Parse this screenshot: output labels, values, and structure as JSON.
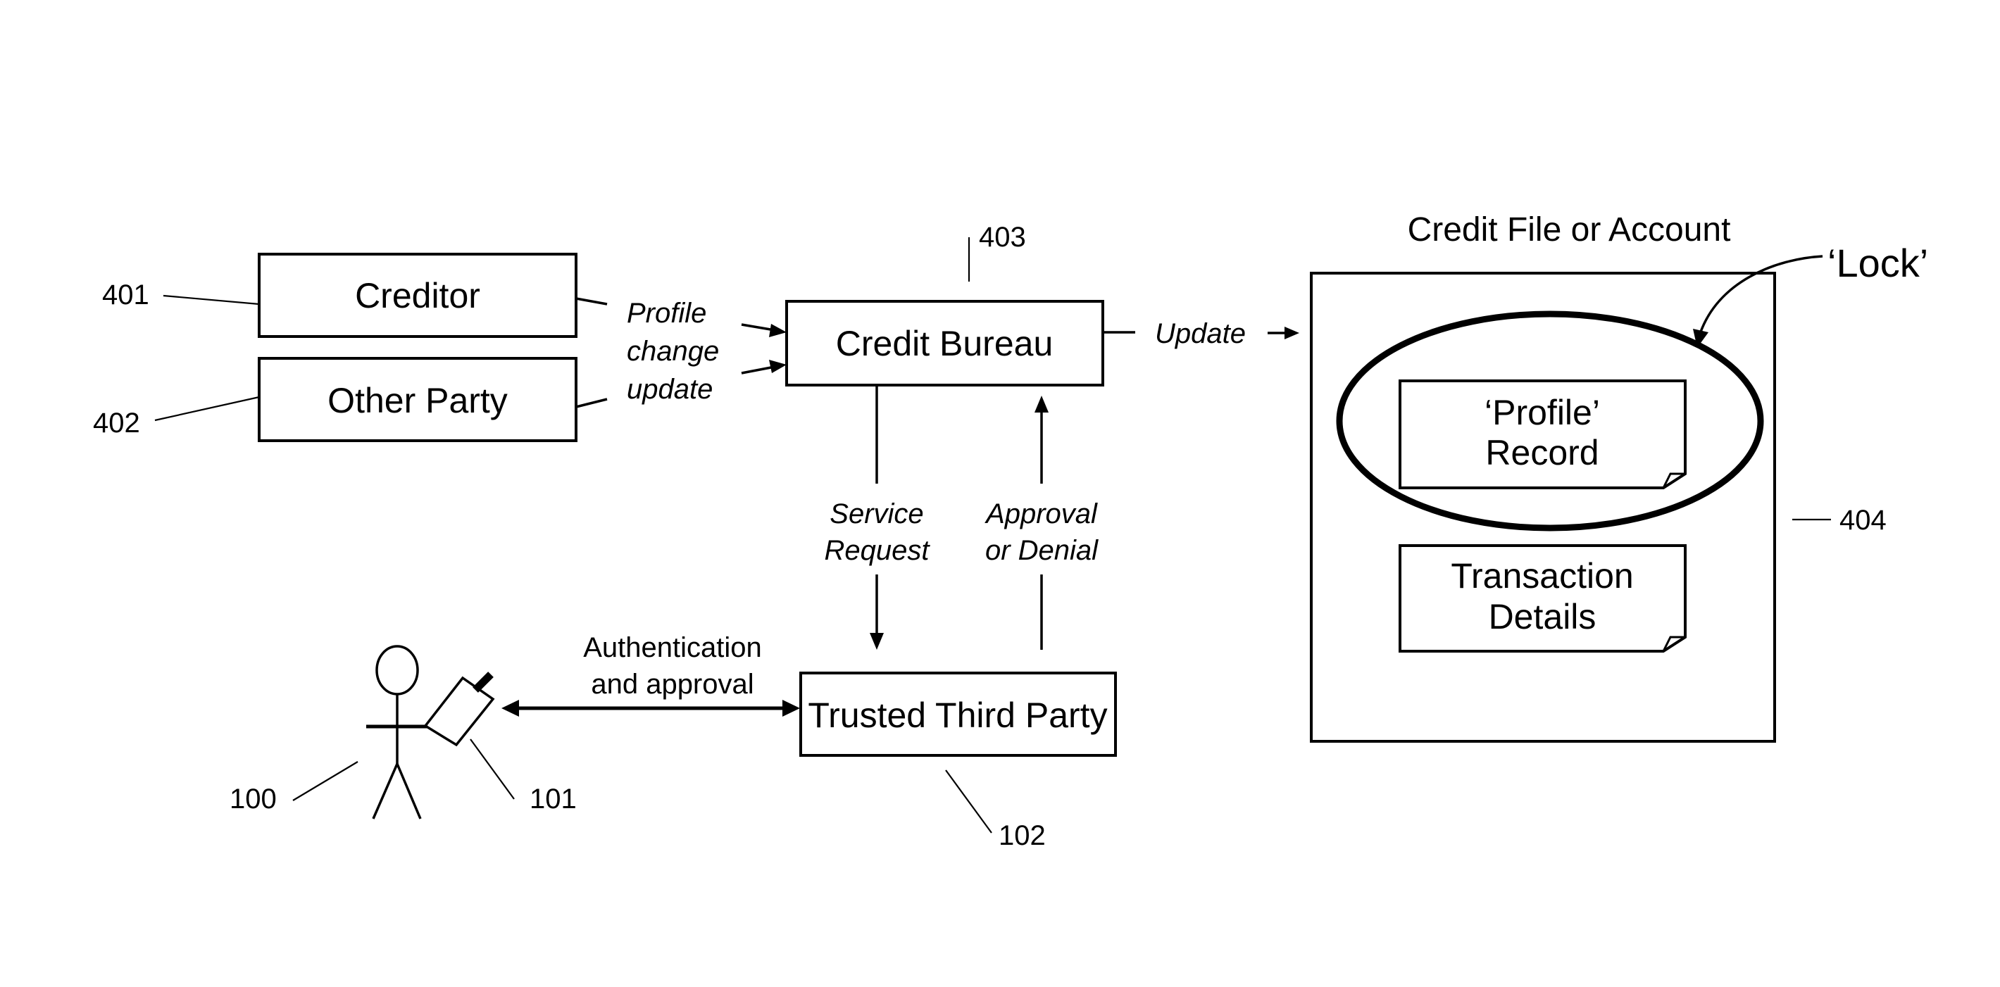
{
  "diagram": {
    "nodes": {
      "creditor": {
        "label": "Creditor",
        "ref": "401"
      },
      "other_party": {
        "label": "Other Party",
        "ref": "402"
      },
      "credit_bureau": {
        "label": "Credit Bureau",
        "ref": "403"
      },
      "trusted_third_party": {
        "label": "Trusted Third Party",
        "ref": "102"
      },
      "consumer": {
        "ref": "100"
      },
      "mobile_device": {
        "ref": "101"
      },
      "credit_file": {
        "title": "Credit File or Account",
        "ref": "404",
        "lock_label": "‘Lock’",
        "profile_record": {
          "line1": "‘Profile’",
          "line2": "Record"
        },
        "transaction_details": {
          "line1": "Transaction",
          "line2": "Details"
        }
      }
    },
    "edges": {
      "profile_change_update": {
        "line1": "Profile",
        "line2": "change",
        "line3": "update"
      },
      "update": {
        "label": "Update"
      },
      "service_request": {
        "line1": "Service",
        "line2": "Request"
      },
      "approval_or_denial": {
        "line1": "Approval",
        "line2": "or Denial"
      },
      "authentication": {
        "line1": "Authentication",
        "line2": "and approval"
      }
    }
  }
}
